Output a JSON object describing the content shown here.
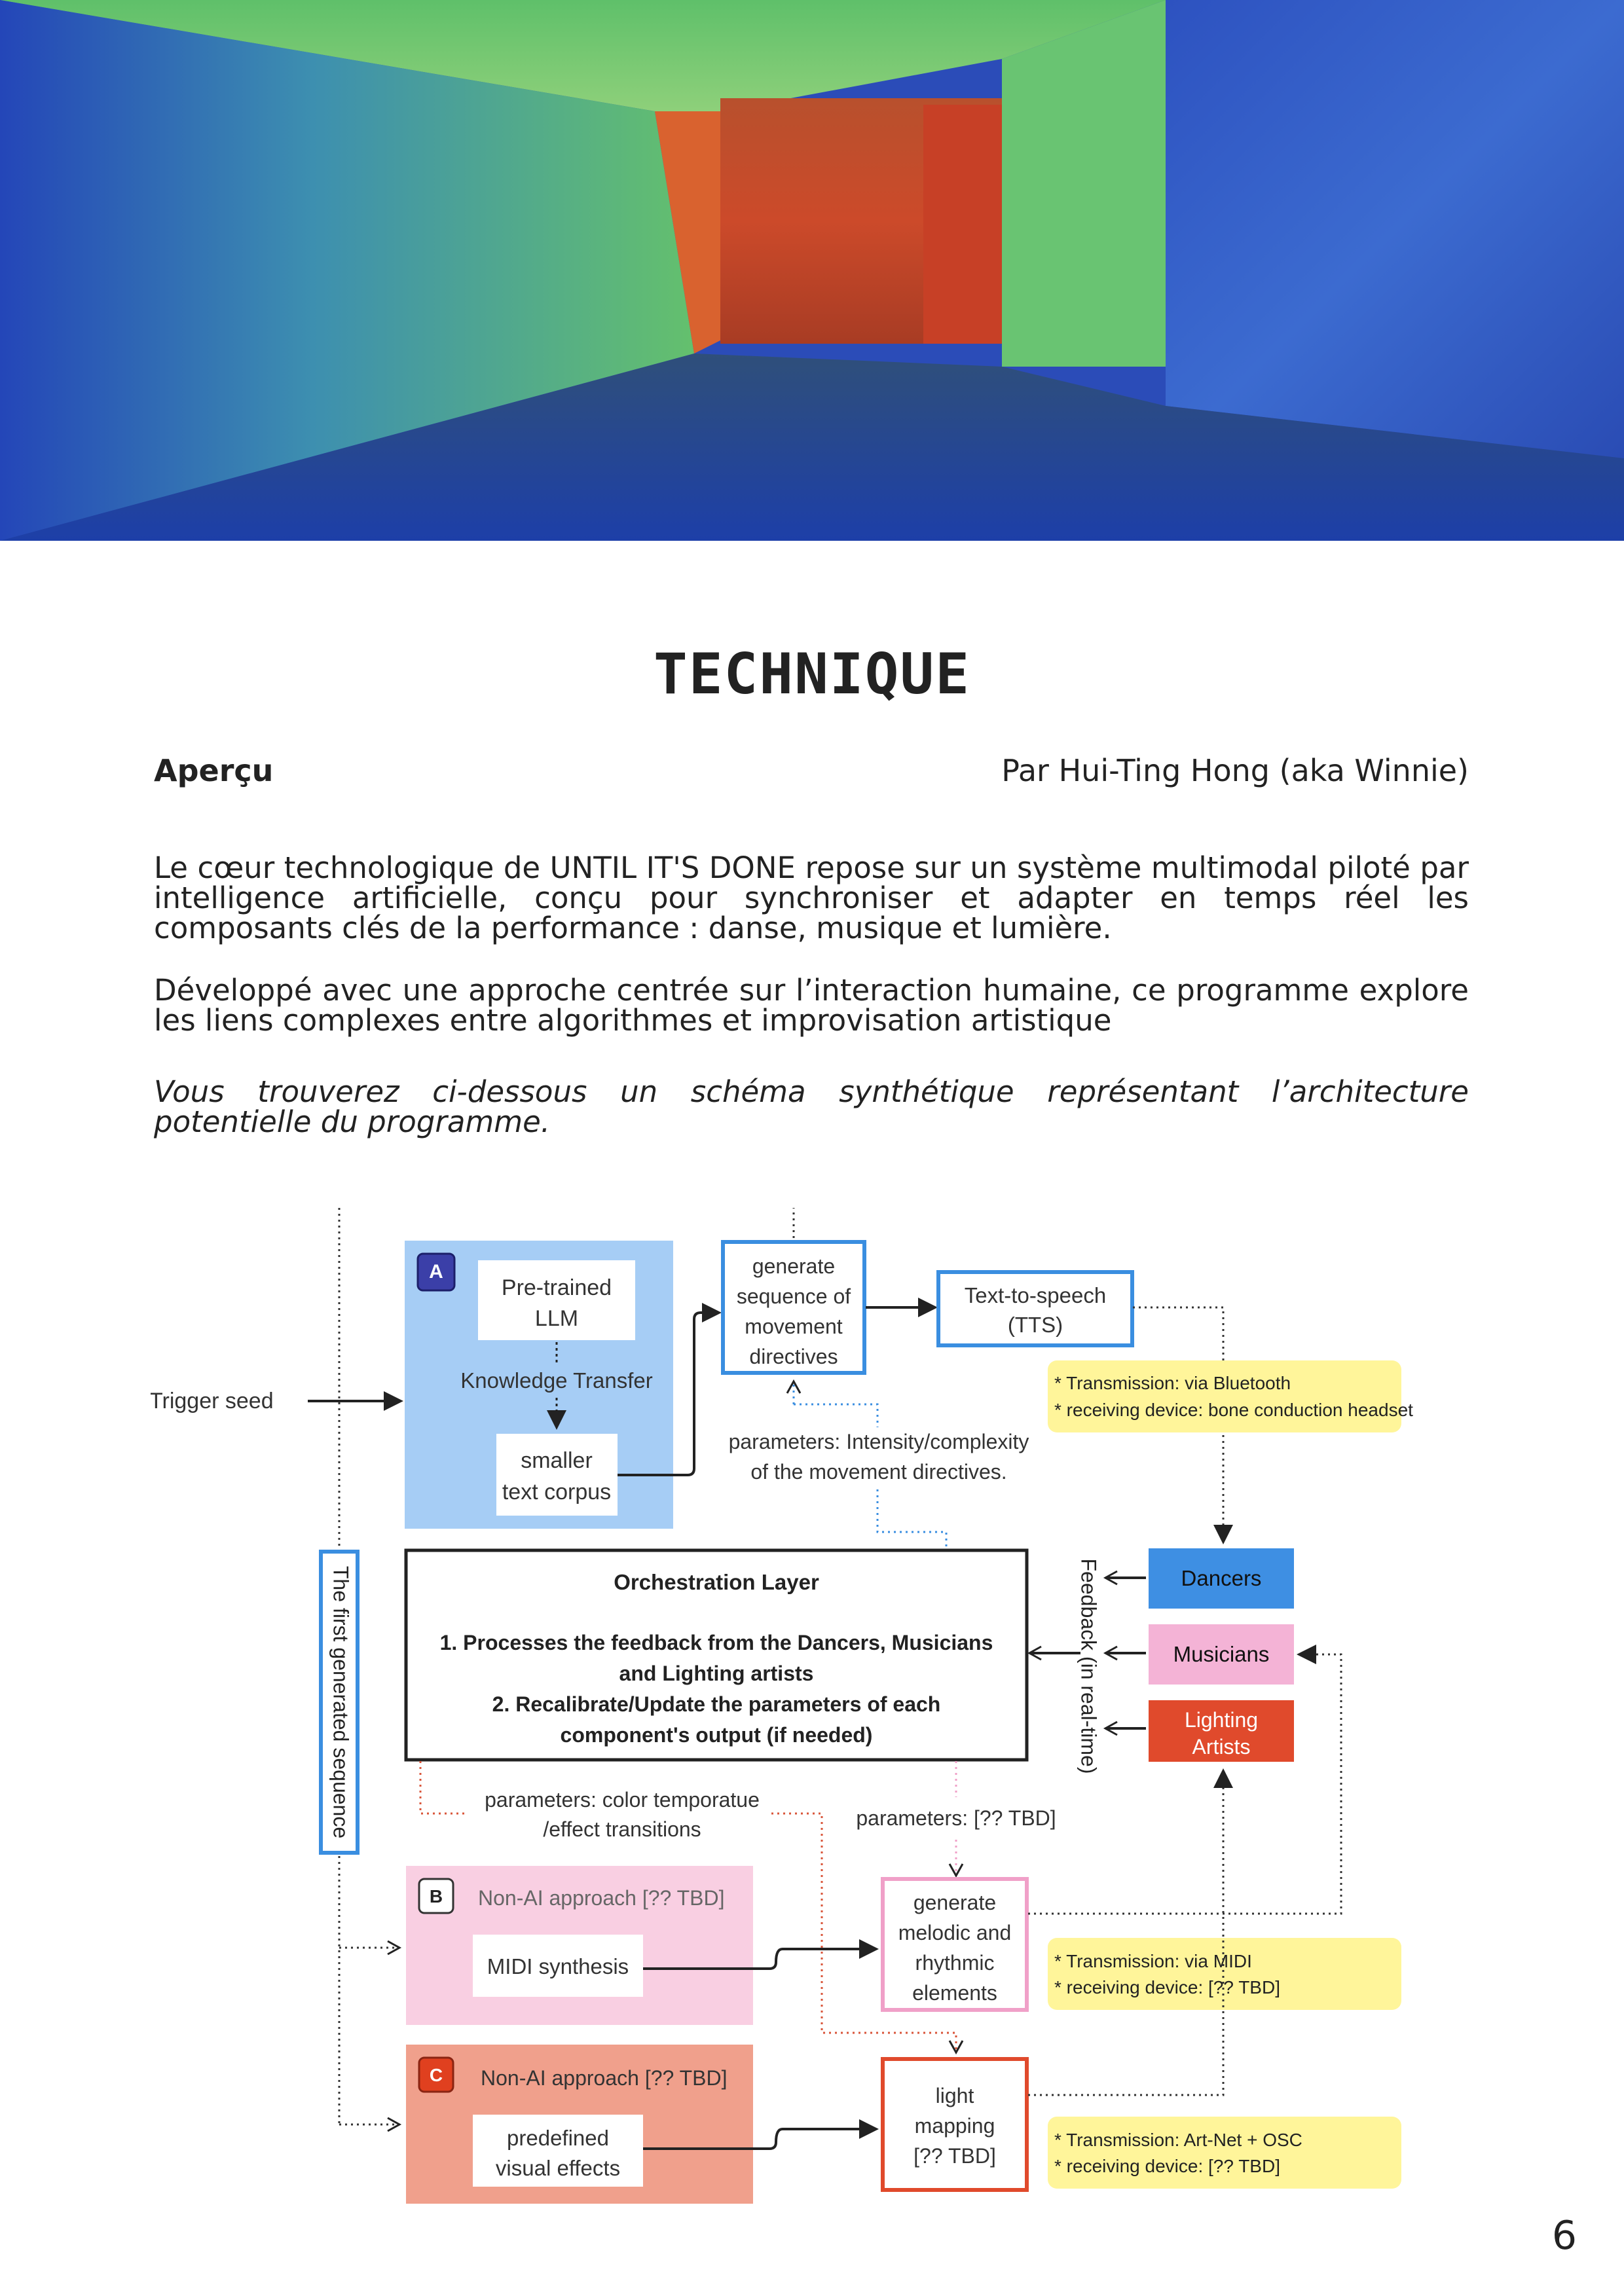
{
  "page": {
    "title": "TECHNIQUE",
    "section_label": "Aperçu",
    "author_line": "Par Hui-Ting Hong (aka Winnie)",
    "paragraph_1": "Le cœur technologique de UNTIL IT'S DONE repose sur un système multimodal piloté par intelligence artificielle, conçu pour synchroniser et adapter en temps réel les composants clés de la performance : danse, musique et lumière.",
    "paragraph_2": "Développé avec une approche centrée sur l’interaction humaine, ce programme explore les liens complexes entre algorithmes et improvisation artistique",
    "paragraph_3": "Vous trouverez ci-dessous un schéma synthétique représentant l’architecture potentielle du programme.",
    "page_number": "6"
  },
  "hero_image": {
    "description_colors": [
      "#2d56c4",
      "#58b96b",
      "#c9452a"
    ]
  },
  "diagram": {
    "trigger": "Trigger seed",
    "side_label": "The first generated sequence",
    "block_a": {
      "badge": "A",
      "llm": [
        "Pre-trained",
        "LLM"
      ],
      "transfer": "Knowledge Transfer",
      "corpus": [
        "smaller",
        "text corpus"
      ]
    },
    "movement": [
      "generate",
      "sequence of",
      "movement",
      "directives"
    ],
    "tts": [
      "Text-to-speech",
      "(TTS)"
    ],
    "bt_note": [
      "* Transmission: via Bluetooth",
      "* receiving device: bone conduction headset"
    ],
    "movement_params": [
      "parameters: Intensity/complexity",
      "of the movement directives."
    ],
    "orchestration": {
      "title": "Orchestration Layer",
      "lines": [
        "1. Processes the feedback from the Dancers, Musicians",
        "and Lighting artists",
        "2. Recalibrate/Update the parameters of each",
        "component's output (if needed)"
      ]
    },
    "feedback": "Feedback (in real-time)",
    "dancers": "Dancers",
    "musicians": "Musicians",
    "lighting": [
      "Lighting",
      "Artists"
    ],
    "color_params": [
      "parameters: color temporatue",
      "/effect transitions"
    ],
    "music_params": "parameters: [?? TBD]",
    "block_b": {
      "badge": "B",
      "title": "Non-AI approach [?? TBD]",
      "item": "MIDI synthesis"
    },
    "melodic": [
      "generate",
      "melodic and",
      "rhythmic",
      "elements"
    ],
    "midi_note": [
      "* Transmission: via MIDI",
      "* receiving device: [?? TBD]"
    ],
    "block_c": {
      "badge": "C",
      "title": "Non-AI approach [?? TBD]",
      "item": [
        "predefined",
        "visual effects"
      ]
    },
    "light": [
      "light",
      "mapping",
      "[?? TBD]"
    ],
    "artnet_note": [
      "* Transmission: Art-Net + OSC",
      "* receiving device: [?? TBD]"
    ]
  }
}
